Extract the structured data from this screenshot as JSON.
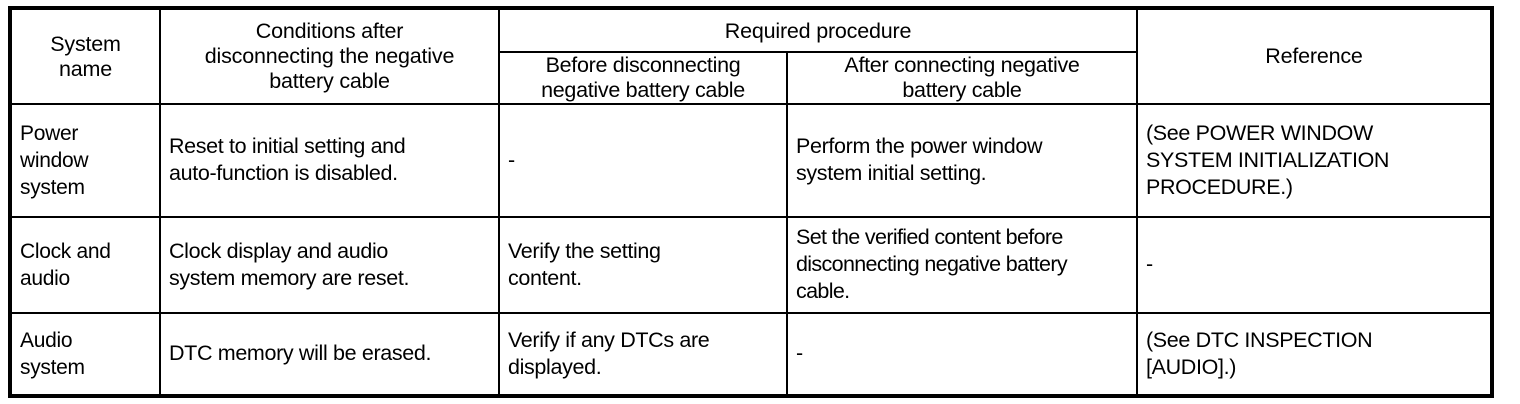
{
  "table": {
    "headers": {
      "system_name": "System\nname",
      "conditions": "Conditions after\ndisconnecting the negative\nbattery cable",
      "required_procedure": "Required procedure",
      "before_disconnecting": "Before disconnecting\nnegative battery cable",
      "after_connecting": "After connecting negative\nbattery cable",
      "reference": "Reference"
    },
    "rows": [
      {
        "system_name": "Power\nwindow\nsystem",
        "conditions": "Reset to initial setting and\nauto-function is disabled.",
        "before_disconnecting": "-",
        "after_connecting": "Perform the power window\nsystem initial setting.",
        "reference": "(See POWER WINDOW\nSYSTEM INITIALIZATION\nPROCEDURE.)"
      },
      {
        "system_name": "Clock and\naudio",
        "conditions": "Clock display and audio\nsystem memory are reset.",
        "before_disconnecting": "Verify the setting\ncontent.",
        "after_connecting": "Set the verified content before\ndisconnecting negative battery\ncable.",
        "reference": "-"
      },
      {
        "system_name": "Audio\nsystem",
        "conditions": "DTC memory will be erased.",
        "before_disconnecting": "Verify if any DTCs are\ndisplayed.",
        "after_connecting": "-",
        "reference": "(See DTC INSPECTION\n[AUDIO].)"
      }
    ]
  },
  "colors": {
    "border": "#000000",
    "background": "#ffffff",
    "text": "#000000"
  }
}
